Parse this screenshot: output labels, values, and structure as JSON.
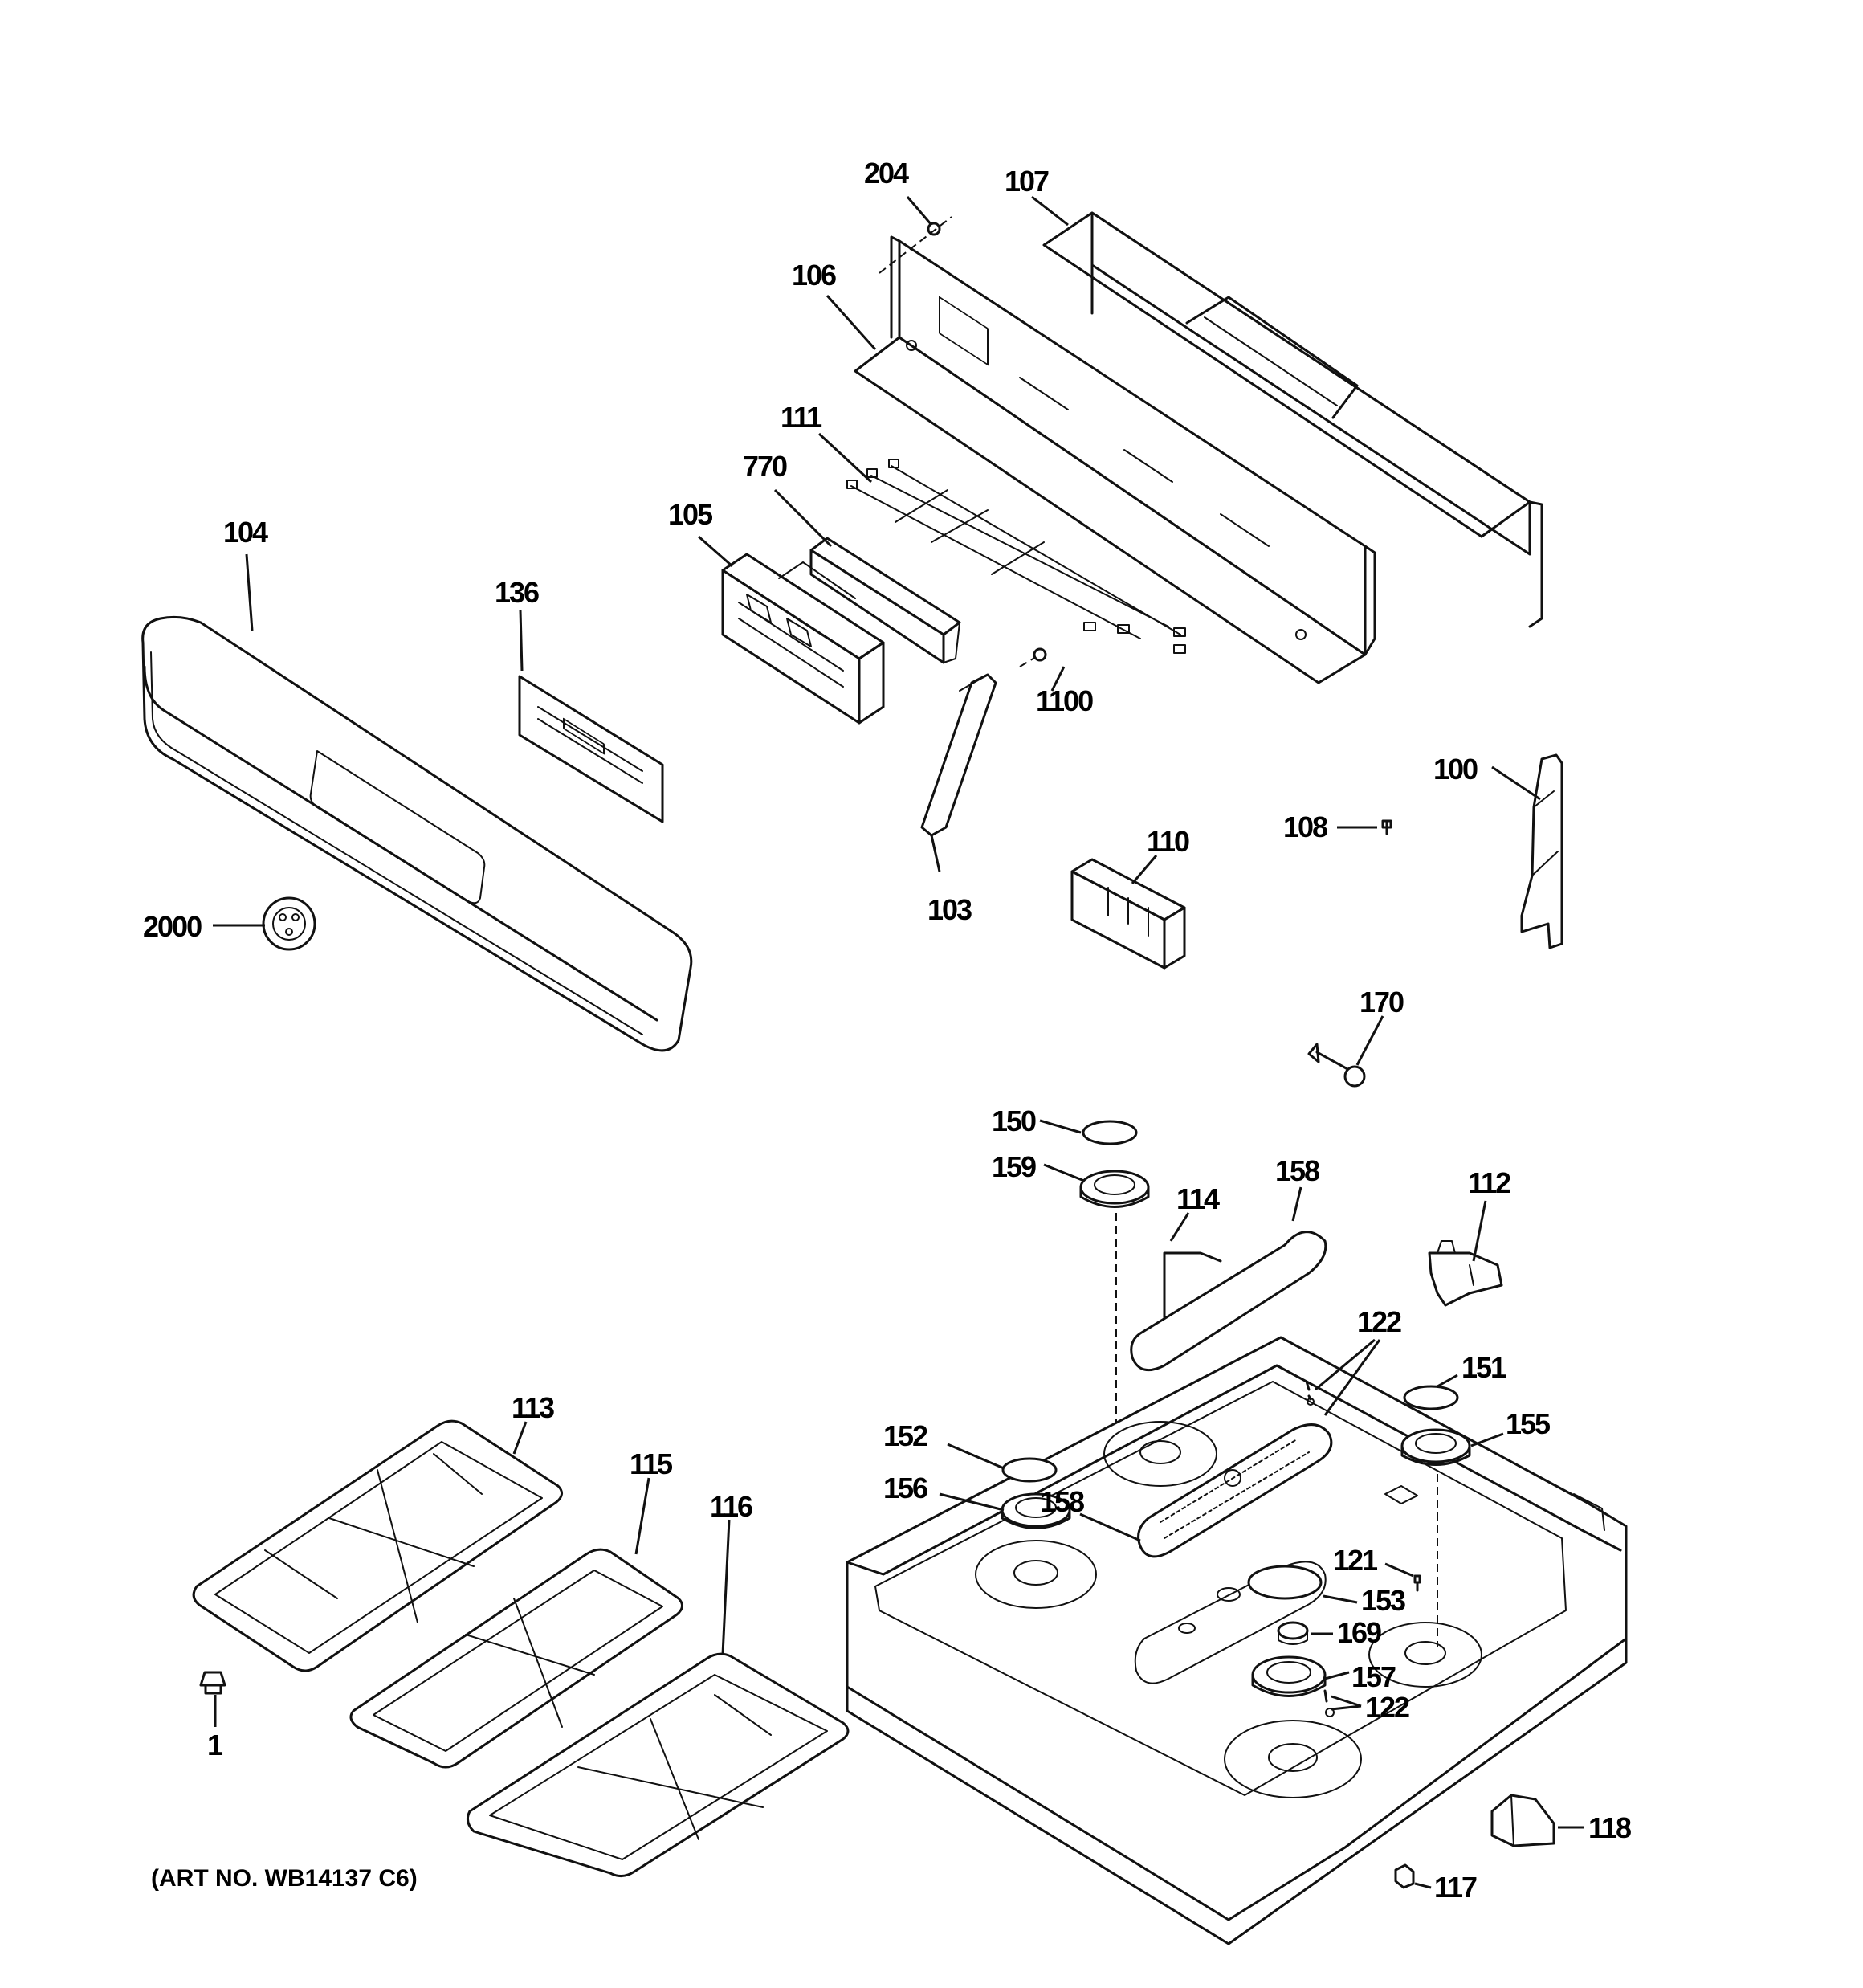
{
  "art_number": "(ART NO. WB14137 C6)",
  "labels": {
    "l204": "204",
    "l107": "107",
    "l106": "106",
    "l111": "111",
    "l770": "770",
    "l105": "105",
    "l104": "104",
    "l136": "136",
    "l1100": "1100",
    "l100": "100",
    "l108": "108",
    "l110": "110",
    "l103": "103",
    "l2000": "2000",
    "l170": "170",
    "l150": "150",
    "l159": "159",
    "l158a": "158",
    "l114": "114",
    "l112": "112",
    "l122a": "122",
    "l151": "151",
    "l155": "155",
    "l152": "152",
    "l156": "156",
    "l158b": "158",
    "l121": "121",
    "l153": "153",
    "l169": "169",
    "l157": "157",
    "l122b": "122",
    "l113": "113",
    "l115": "115",
    "l116": "116",
    "l1": "1",
    "l118": "118",
    "l117": "117"
  }
}
